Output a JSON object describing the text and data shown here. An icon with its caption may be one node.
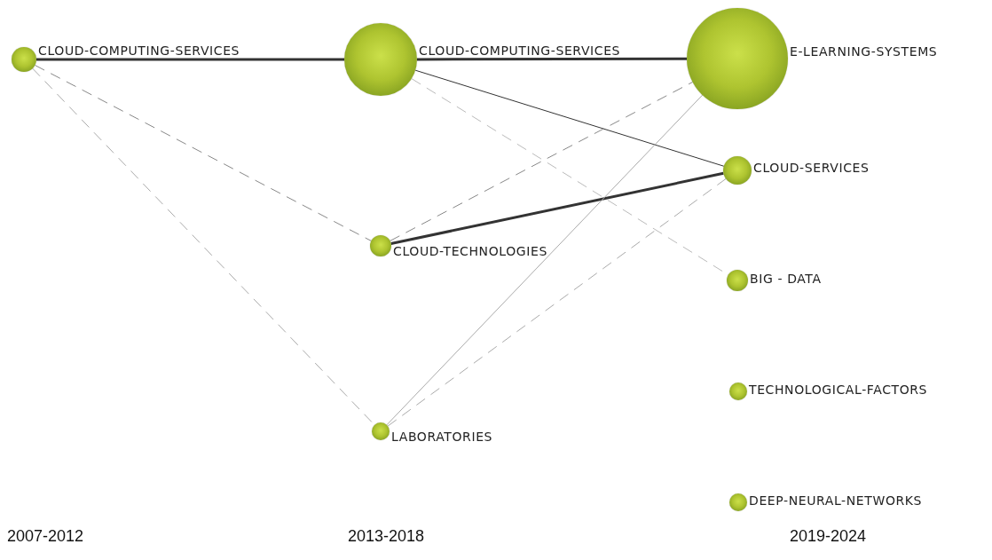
{
  "diagram": {
    "nodes": [
      {
        "text": [],
        "shape": "circle",
        "beside": [
          "CLOUD-COMPUTING-SERVICES"
        ]
      },
      {
        "text": [],
        "shape": "circle",
        "beside": [
          "CLOUD-COMPUTING-SERVICES"
        ]
      },
      {
        "text": [],
        "shape": "circle",
        "beside": [
          "E-LEARNING-SYSTEMS"
        ]
      },
      {
        "text": [],
        "shape": "circle",
        "beside": [
          "CLOUD-SERVICES"
        ]
      },
      {
        "text": [],
        "shape": "circle",
        "beside": [
          "CLOUD-TECHNOLOGIES"
        ]
      },
      {
        "text": [],
        "shape": "circle",
        "beside": [
          "BIG - DATA"
        ]
      },
      {
        "text": [],
        "shape": "circle",
        "beside": [
          "LABORATORIES"
        ]
      },
      {
        "text": [],
        "shape": "circle",
        "beside": [
          "TECHNOLOGICAL-FACTORS"
        ]
      },
      {
        "text": [],
        "shape": "circle",
        "beside": [
          "DEEP-NEURAL-NETWORKS"
        ]
      }
    ],
    "edges": [
      {
        "from": 0,
        "to": 1,
        "arrow": "none",
        "style": "thick"
      },
      {
        "from": 0,
        "to": 4,
        "arrow": "none",
        "style": "dashed",
        "color": "#888888"
      },
      {
        "from": 0,
        "to": 6,
        "arrow": "none",
        "style": "dashed",
        "color": "#aaaaaa"
      },
      {
        "from": 1,
        "to": 2,
        "arrow": "none",
        "style": "thick"
      },
      {
        "from": 1,
        "to": 3,
        "arrow": "none"
      },
      {
        "from": 1,
        "to": 5,
        "arrow": "none",
        "style": "dashed",
        "color": "#bbbbbb"
      },
      {
        "from": 4,
        "to": 2,
        "arrow": "none",
        "style": "dashed",
        "color": "#888888"
      },
      {
        "from": 4,
        "to": 3,
        "arrow": "none",
        "style": "thick"
      },
      {
        "from": 6,
        "to": 2,
        "arrow": "none",
        "color": "#aaaaaa"
      },
      {
        "from": 6,
        "to": 3,
        "arrow": "none",
        "style": "dashed",
        "color": "#aaaaaa"
      }
    ],
    "labels": [
      "2007-2012",
      "2013-2018",
      "2019-2024"
    ]
  }
}
